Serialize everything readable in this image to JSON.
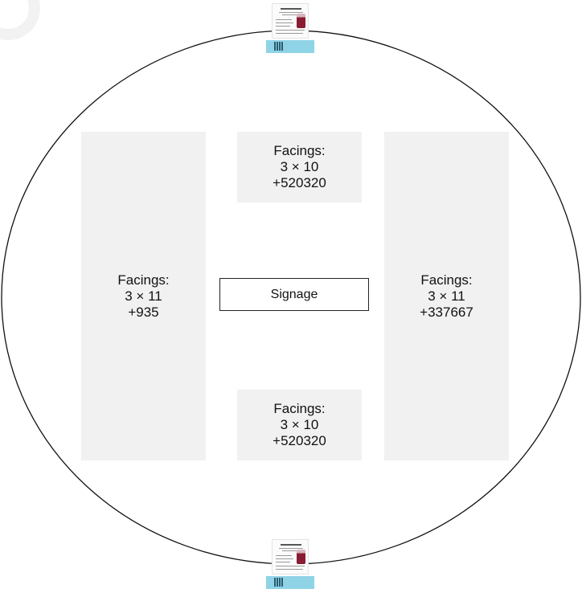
{
  "panels": {
    "left": {
      "label": "Facings:",
      "size": "3 × 11",
      "code": "+935"
    },
    "top": {
      "label": "Facings:",
      "size": "3 × 10",
      "code": "+520320"
    },
    "right": {
      "label": "Facings:",
      "size": "3 × 11",
      "code": "+337667"
    },
    "bottom": {
      "label": "Facings:",
      "size": "3 × 10",
      "code": "+520320"
    }
  },
  "signage": {
    "label": "Signage"
  },
  "colors": {
    "panel_fill": "#f1f1f2",
    "circle_stroke": "#111111",
    "thumbnail_strip": "#8fd3e6",
    "thumbnail_drink": "#8a1b33"
  },
  "icons": {
    "top_thumbnail": "recipe-card-thumbnail",
    "bottom_thumbnail": "recipe-card-thumbnail"
  }
}
